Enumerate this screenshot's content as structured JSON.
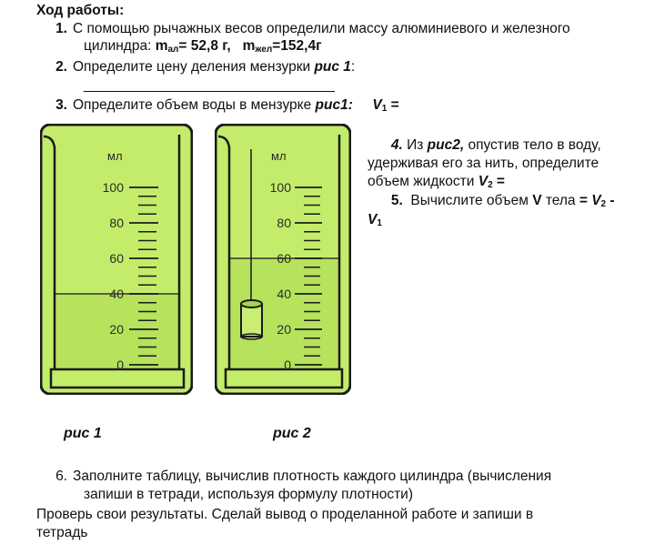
{
  "heading": "Ход работы:",
  "step1": {
    "num": "1.",
    "line1": "С помощью рычажных весов определили массу алюминиевого и железного",
    "line2_prefix": "цилиндра: ",
    "m1_sym": "m",
    "m1_sub": "ал",
    "m1_val": "= 52,8 г,",
    "m2_sym": "m",
    "m2_sub": "жел",
    "m2_val": "=152,4г"
  },
  "step2": {
    "num": "2.",
    "text": "Определите цену деления мензурки ",
    "ref": "рис 1",
    "suffix": ":",
    "blank": "________________________________"
  },
  "step3": {
    "num": "3.",
    "text": "Определите объем воды в мензурке ",
    "ref": "рис1:",
    "v_sym": "V",
    "v_sub": "1",
    "v_eq": " ="
  },
  "step4": {
    "num": "4.",
    "pre": " Из ",
    "ref": "рис2,",
    "line1": " опустив тело в воду,",
    "line2": "удерживая его за нить, определите",
    "line3": "объем жидкости ",
    "v_sym": "V",
    "v_sub": "2",
    "v_eq": " ="
  },
  "step5": {
    "num": "5.",
    "text": "Вычислите объем ",
    "v": "V",
    "text2": " тела ",
    "eq": "= ",
    "v2": "V",
    "v2_sub": "2",
    "minus": " -",
    "v1": "V",
    "v1_sub": "1"
  },
  "figure1": {
    "unit": "мл",
    "ticks": [
      "100",
      "80",
      "60",
      "40",
      "20",
      "0"
    ],
    "water_level_ml": 40,
    "caption": "рис 1"
  },
  "figure2": {
    "unit": "мл",
    "ticks": [
      "100",
      "80",
      "60",
      "40",
      "20",
      "0"
    ],
    "water_level_ml": 60,
    "caption": "рис 2"
  },
  "step6": {
    "num": "6.",
    "line1": "Заполните таблицу, вычислив плотность каждого цилиндра (вычисления",
    "line2": "запиши в тетради, используя формулу плотности)"
  },
  "conclusion": {
    "line1": "Проверь свои результаты. Сделай вывод о проделанной работе и запиши в",
    "line2": "тетрадь"
  },
  "colors": {
    "beaker_fill": "#c3ec6a",
    "water_fill": "#b4e05a",
    "outline": "#1b1b1b",
    "scale_text": "#2a2a2a"
  }
}
